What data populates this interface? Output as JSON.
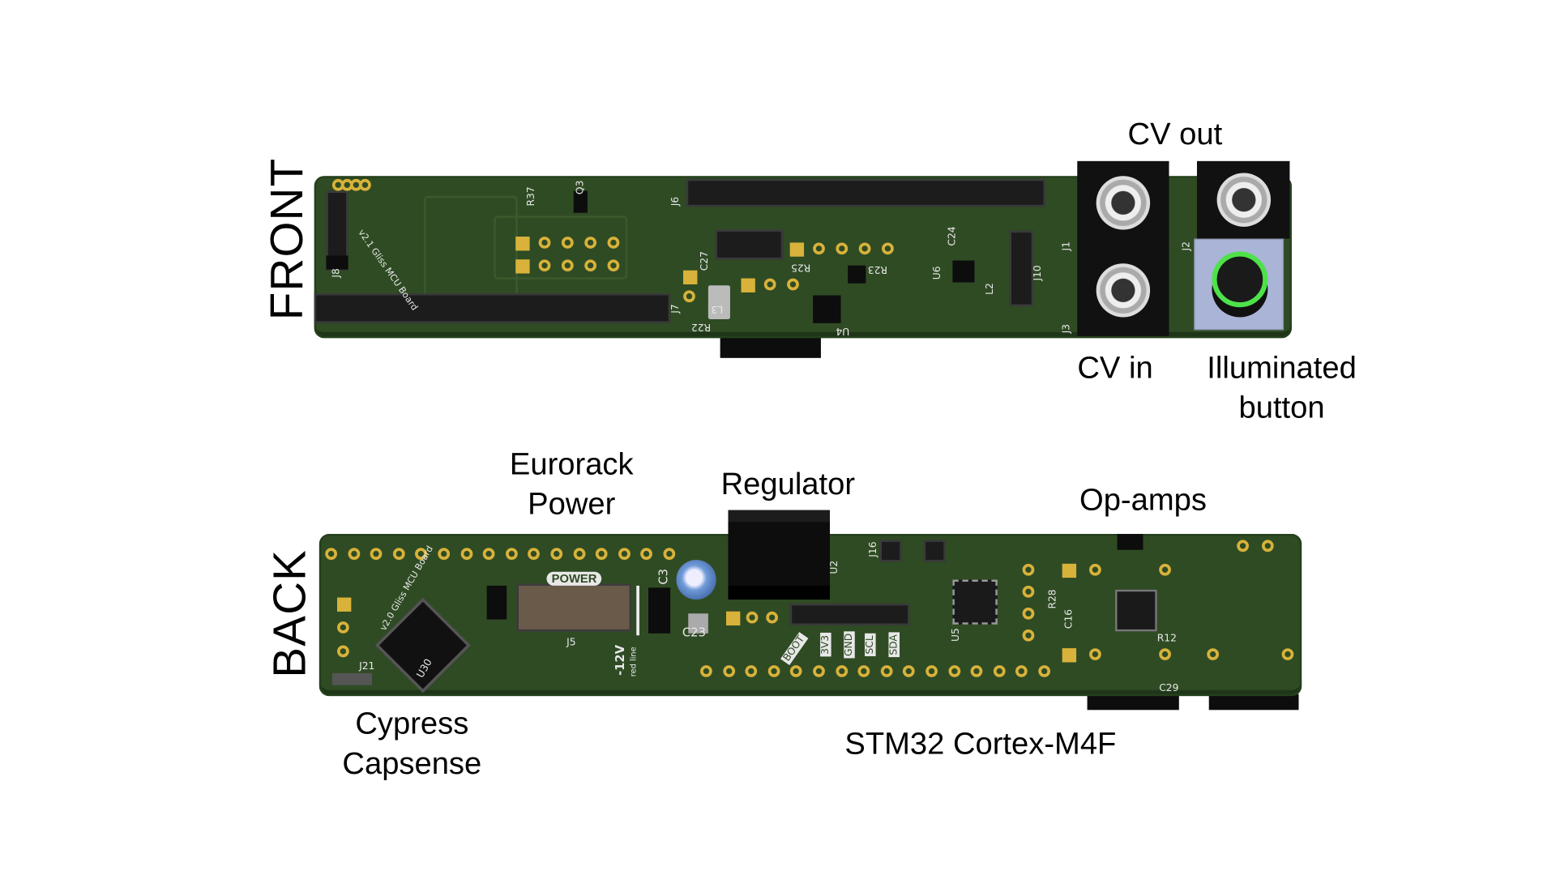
{
  "sections": {
    "front": "FRONT",
    "back": "BACK"
  },
  "front_callouts": {
    "cv_out": "CV out",
    "cv_in": "CV in",
    "illuminated_button_1": "Illuminated",
    "illuminated_button_2": "button"
  },
  "back_callouts": {
    "eurorack_power_1": "Eurorack",
    "eurorack_power_2": "Power",
    "regulator": "Regulator",
    "op_amps": "Op-amps",
    "cypress_1": "Cypress",
    "cypress_2": "Capsense",
    "stm32": "STM32 Cortex-M4F"
  },
  "front_silkscreen": {
    "j8": "J8",
    "board": "v2.1 Gliss MCU Board",
    "r37": "R37",
    "q3": "Q3",
    "j6": "J6",
    "j7": "J7",
    "c27": "C27",
    "r25": "R25",
    "r23": "R23",
    "u6": "U6",
    "c24": "C24",
    "l2": "L2",
    "j10": "J10",
    "j1": "J1",
    "j2": "J2",
    "j3": "J3",
    "u4": "U4",
    "r22": "R22",
    "l3": "L3"
  },
  "back_silkscreen": {
    "board": "v2.0 Gliss MCU Board",
    "power": "POWER",
    "j5": "J5",
    "minus12v": "-12V",
    "red_line": "red line",
    "c3": "C3",
    "c23": "C23",
    "u2": "U2",
    "boot": "BOOT",
    "v33": "3V3",
    "gnd": "GND",
    "scl": "SCL",
    "sda": "SDA",
    "j21": "J21",
    "u30": "U30",
    "u5": "U5",
    "j16": "J16",
    "r28": "R28",
    "c16": "C16",
    "r12": "R12",
    "c29": "C29"
  },
  "colors": {
    "pcb": "#2f4b24",
    "pad": "#d8b23a",
    "button_body": "#aab4d6",
    "button_ring": "#4ee24a",
    "capacitor": "#6f9ad8"
  }
}
